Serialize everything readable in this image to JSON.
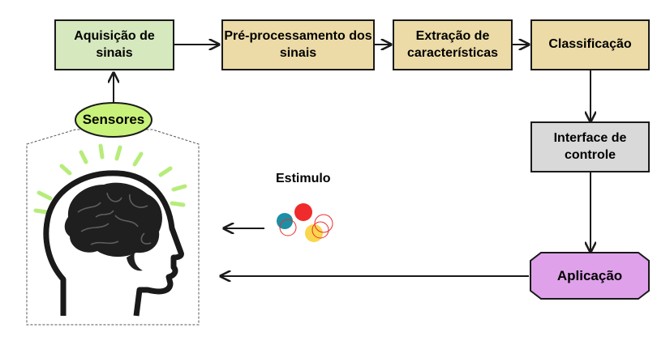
{
  "nodes": {
    "aquisicao": "Aquisição de sinais",
    "preprocessamento": "Pré-processamento dos sinais",
    "extracao": "Extração de características",
    "classificacao": "Classificação",
    "interface": "Interface de controle",
    "aplicacao": "Aplicação",
    "sensores": "Sensores",
    "estimulo": "Estimulo"
  },
  "colors": {
    "green_box": "#d6e8bd",
    "yellow_box": "#ecdba6",
    "gray_box": "#d9d9d9",
    "sensores_fill": "#c9f27a",
    "aplicacao_fill": "#dfa1ea",
    "rays": "#b7ec7a",
    "stim_red": "#ef2b2b",
    "stim_teal": "#1b8fa5",
    "stim_yellow": "#f9d64d"
  },
  "icons": {
    "head": "brain-head-icon",
    "stimulus": "stimulus-circles-icon"
  }
}
